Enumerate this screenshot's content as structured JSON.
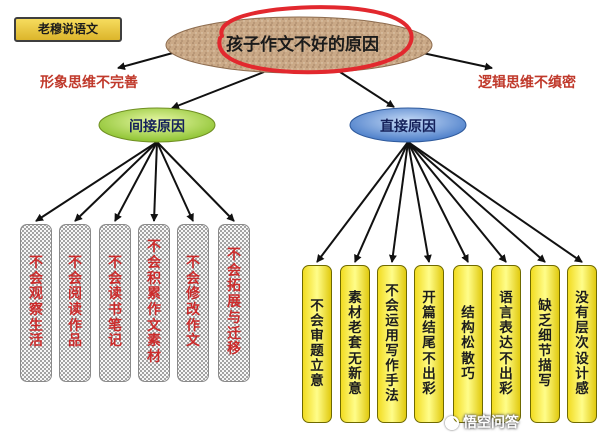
{
  "badge": "老穆说语文",
  "root": "孩子作文不好的原因",
  "side_notes": {
    "left": "形象思维不完善",
    "right": "逻辑思维不缜密"
  },
  "indirect": {
    "label": "间接原因",
    "items": [
      "不会观察生活",
      "不会阅读作品",
      "不会读书笔记",
      "不会积累作文素材",
      "不会修改作文",
      "不会拓展与迁移"
    ]
  },
  "direct": {
    "label": "直接原因",
    "items": [
      "不会审题立意",
      "素材老套无新意",
      "不会运用写作手法",
      "开篇结尾不出彩",
      "结构松散巧",
      "语言表达不出彩",
      "缺乏细节描写",
      "没有层次设计感"
    ]
  },
  "watermark": "悟空问答",
  "colors": {
    "indirect_fill": "#b7e346",
    "direct_fill": "#5b8fd6",
    "left_text": "#cc2b2b",
    "note_text": "#c0392b",
    "right_fill": "#f2dc21",
    "root_fill": "#c9a98a",
    "circle_stroke": "#e2282e"
  }
}
